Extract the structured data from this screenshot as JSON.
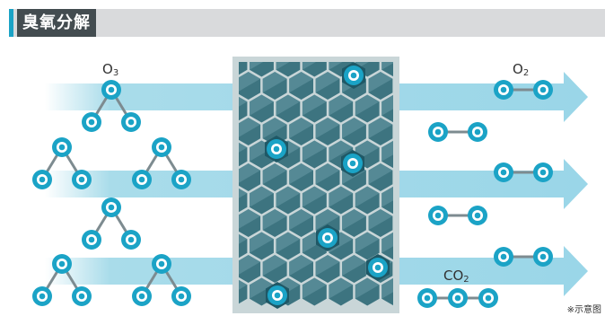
{
  "title": "臭氧分解",
  "labels": {
    "o3": "O",
    "o3_sub": "3",
    "o2": "O",
    "o2_sub": "2",
    "co2": "CO",
    "co2_sub": "2"
  },
  "note": "※示意图",
  "colors": {
    "accent": "#1ba3c6",
    "title_bg": "#434c50",
    "title_band": "#d9dadc",
    "arrow": "#a9dcea",
    "atom": "#1ba3c6",
    "bond": "#7d8b90",
    "catalyst_frame": "#c9d6d8",
    "catalyst_hex": "#3d7480"
  }
}
